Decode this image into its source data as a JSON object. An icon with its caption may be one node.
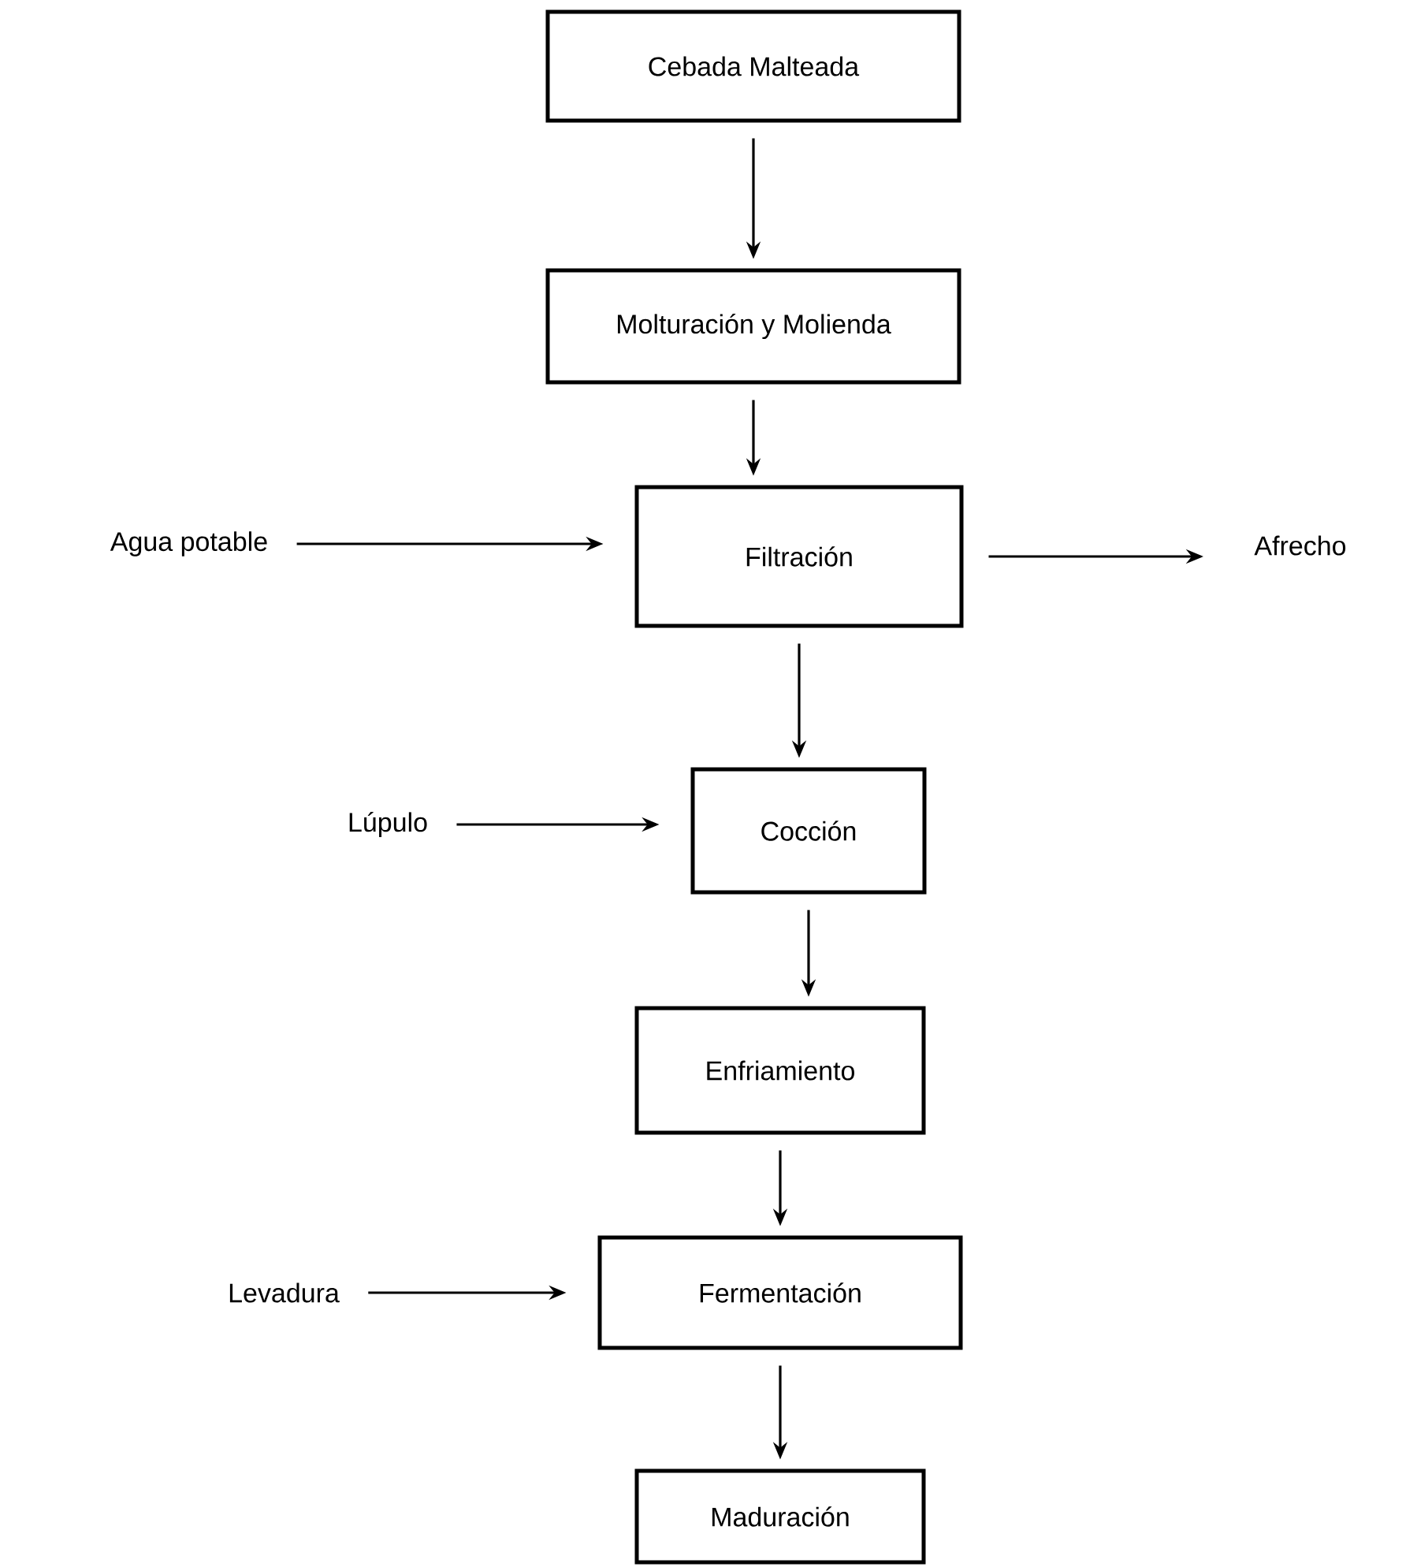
{
  "diagram": {
    "nodes": [
      {
        "text": [
          "Cebada Malteada"
        ]
      },
      {
        "text": [
          "Molturación y Molienda"
        ]
      },
      {
        "text": [
          "Agua potable"
        ]
      },
      {
        "text": [
          "Filtración"
        ]
      },
      {
        "text": [
          "Afrecho"
        ]
      },
      {
        "text": [
          "Lúpulo"
        ]
      },
      {
        "text": [
          "Cocción"
        ]
      },
      {
        "text": [
          "Enfriamiento"
        ]
      },
      {
        "text": [
          "Levadura"
        ]
      },
      {
        "text": [
          "Fermentación"
        ]
      },
      {
        "text": [
          "Maduración"
        ]
      }
    ],
    "edges": [
      {
        "from": 0,
        "to": 1,
        "arrow": "to"
      },
      {
        "from": 1,
        "to": 3,
        "arrow": "to"
      },
      {
        "from": 2,
        "to": 3,
        "arrow": "to"
      },
      {
        "from": 3,
        "to": 4,
        "arrow": "to"
      },
      {
        "from": 3,
        "to": 6,
        "arrow": "to"
      },
      {
        "from": 5,
        "to": 6,
        "arrow": "to"
      },
      {
        "from": 6,
        "to": 7,
        "arrow": "to"
      },
      {
        "from": 7,
        "to": 9,
        "arrow": "to"
      },
      {
        "from": 8,
        "to": 9,
        "arrow": "to"
      },
      {
        "from": 9,
        "to": 10,
        "arrow": "to"
      }
    ]
  }
}
